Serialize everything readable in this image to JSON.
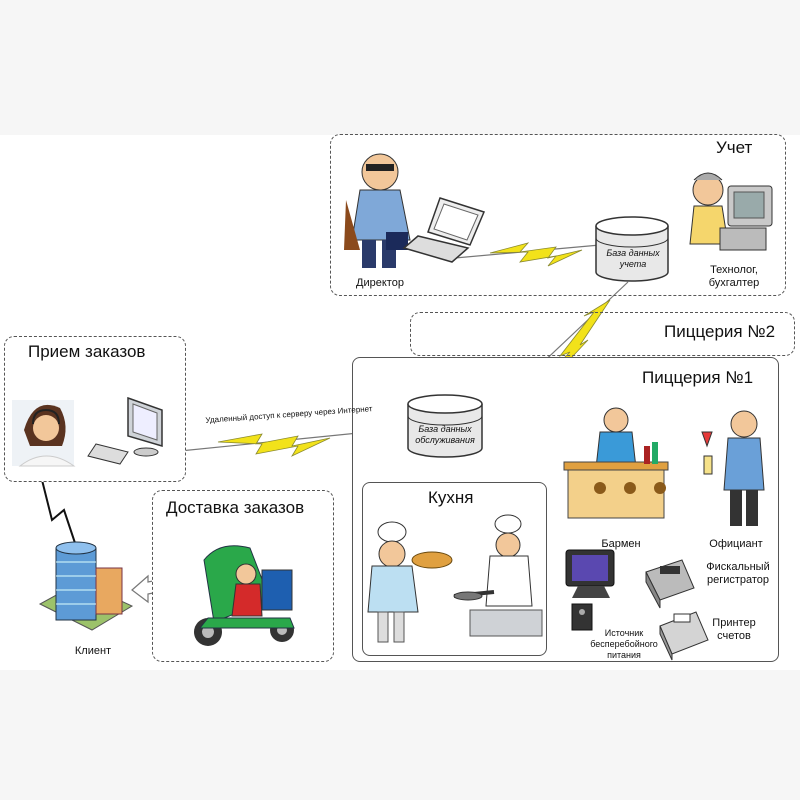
{
  "groups": {
    "accounting": "Учет",
    "pizzeria2": "Пиццерия №2",
    "pizzeria1": "Пиццерия №1",
    "orders": "Прием заказов",
    "delivery": "Доставка заказов",
    "kitchen": "Кухня"
  },
  "roles": {
    "director": "Директор",
    "technologist": "Технолог, бухгалтер",
    "bartender": "Бармен",
    "waiter": "Официант",
    "client": "Клиент"
  },
  "devices": {
    "db_accounting": "База данных учета",
    "db_service": "База данных обслуживания",
    "fiscal": "Фискальный регистратор",
    "printer": "Принтер счетов",
    "ups": "Источник бесперебойного питания"
  },
  "links": {
    "remote_access": "Удаленный доступ к серверу через Интернет"
  },
  "colors": {
    "lightning": "#f2e21a",
    "lightning_stroke": "#8a8a30",
    "border": "#555555"
  }
}
